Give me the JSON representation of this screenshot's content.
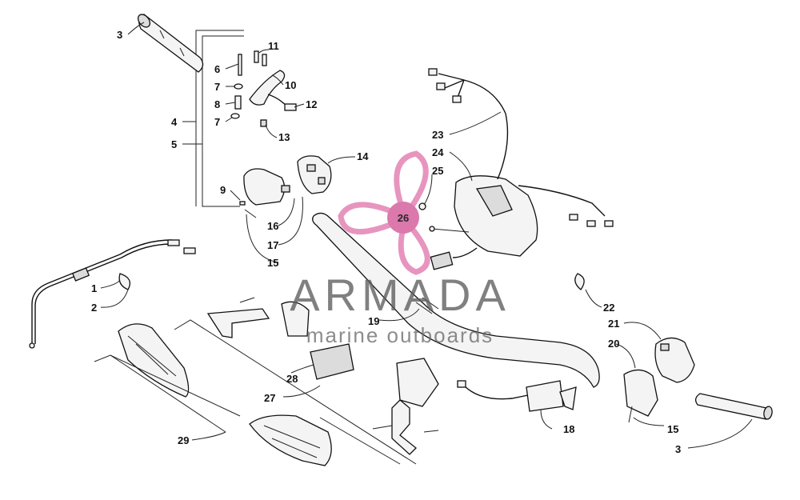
{
  "watermark": {
    "brand": "ARMADA",
    "tagline": "marine outboards",
    "logo_number": "26",
    "logo_color": "#e58ab9",
    "logo_hub_color": "#d86aa4"
  },
  "callouts": {
    "c1": "1",
    "c2": "2",
    "c3a": "3",
    "c3b": "3",
    "c4": "4",
    "c5": "5",
    "c6": "6",
    "c7a": "7",
    "c7b": "7",
    "c8": "8",
    "c9": "9",
    "c10": "10",
    "c11": "11",
    "c12": "12",
    "c13": "13",
    "c14": "14",
    "c15a": "15",
    "c15b": "15",
    "c16": "16",
    "c17": "17",
    "c18": "18",
    "c19": "19",
    "c20": "20",
    "c21": "21",
    "c22": "22",
    "c23": "23",
    "c24": "24",
    "c25": "25",
    "c27": "27",
    "c28": "28",
    "c29": "29"
  }
}
